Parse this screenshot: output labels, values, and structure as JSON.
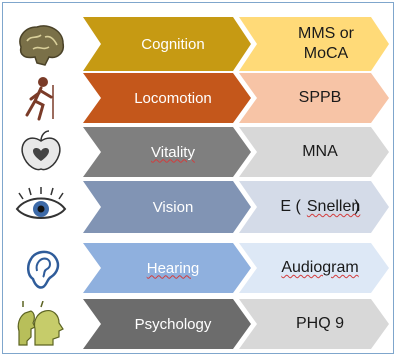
{
  "rows": [
    {
      "domain": "Cognition",
      "tool_line1": "MMS or",
      "tool_line2": "MoCA",
      "icon": "brain-icon",
      "chevron_color": "#c69a13",
      "result_color": "#ffda78"
    },
    {
      "domain": "Locomotion",
      "tool_line1": "SPPB",
      "icon": "walking-person-icon",
      "chevron_color": "#c4571b",
      "result_color": "#f7c4a6"
    },
    {
      "domain": "Vitality",
      "tool_line1": "MNA",
      "icon": "apple-heart-icon",
      "chevron_color": "#7f7f7f",
      "result_color": "#d8d8d8"
    },
    {
      "domain": "Vision",
      "tool_line1": "E (Snellen)",
      "icon": "eye-icon",
      "chevron_color": "#8194b4",
      "result_color": "#d4dbe8"
    },
    {
      "domain": "Hearing",
      "tool_line1": "Audiogram",
      "icon": "ear-icon",
      "chevron_color": "#8fb0de",
      "result_color": "#dde8f6"
    },
    {
      "domain": "Psychology",
      "tool_line1": "PHQ 9",
      "icon": "head-silhouettes-icon",
      "chevron_color": "#6c6c6c",
      "result_color": "#d8d8d8"
    }
  ]
}
